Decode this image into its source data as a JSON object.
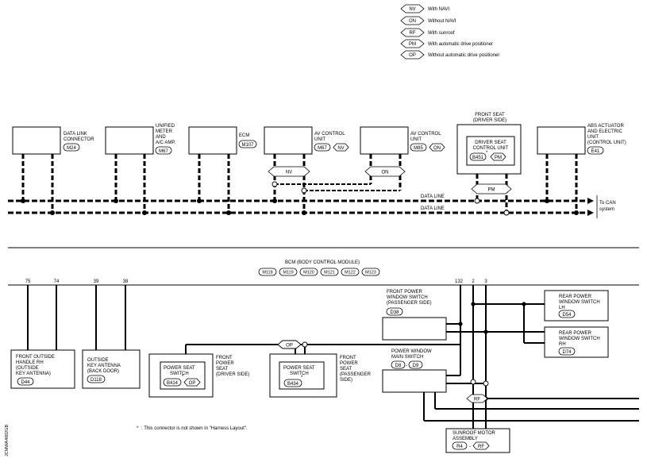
{
  "legend": [
    {
      "code": "NV",
      "desc": "With NAVI"
    },
    {
      "code": "ON",
      "desc": "Without NAVI"
    },
    {
      "code": "RF",
      "desc": "With sunroof"
    },
    {
      "code": "PM",
      "desc": "With automatic drive positioner"
    },
    {
      "code": "OP",
      "desc": "Without automatic drive positioner"
    }
  ],
  "can_units": {
    "data_link": {
      "l1": "DATA LINK",
      "l2": "CONNECTOR",
      "conn": "M24"
    },
    "meter": {
      "l1": "UNIFIED",
      "l2": "METER",
      "l3": "AND",
      "l4": "A/C AMP.",
      "conn": "M67"
    },
    "ecm": {
      "l1": "ECM",
      "conn": "M107"
    },
    "av_nv": {
      "l1": "AV CONTROL",
      "l2": "UNIT",
      "conn": "M67",
      "tag": "NV"
    },
    "av_on": {
      "l1": "AV CONTROL",
      "l2": "UNIT",
      "conn": "M85",
      "tag": "ON"
    },
    "front_seat": {
      "l1": "FRONT SEAT",
      "l2": "(DRIVER SIDE)",
      "i1": "DRIVER SEAT",
      "i2": "CONTROL UNIT",
      "conn": "B451",
      "tag": "PM"
    },
    "abs": {
      "l1": "ABS ACTUATOR",
      "l2": "AND ELECTRIC",
      "l3": "UNIT",
      "l4": "(CONTROL UNIT)",
      "conn": "E41"
    }
  },
  "bus_tags": {
    "nv": "NV",
    "on": "ON",
    "pm": "PM"
  },
  "data_line_1": "DATA LINE",
  "data_line_2": "DATA LINE",
  "to_can_1": "To CAN",
  "to_can_2": "system",
  "bcm": {
    "title": "BCM (BODY CONTROL MODULE)",
    "connectors": [
      "M118",
      "M119",
      "M120",
      "M121",
      "M122",
      "M123"
    ],
    "pins": [
      "75",
      "74",
      "39",
      "38",
      "132",
      "2",
      "3"
    ]
  },
  "lower": {
    "outside_handle": {
      "l1": "FRONT OUTSIDE",
      "l2": "HANDLE RH",
      "l3": "(OUTSIDE",
      "l4": "KEY ANTENNA)",
      "conn": "D44"
    },
    "outside_key": {
      "l1": "OUTSIDE",
      "l2": "KEY ANTENNA",
      "l3": "(BACK DOOR)",
      "conn": "D118"
    },
    "pss_driver": {
      "i1": "POWER SEAT",
      "i2": "SWITCH",
      "conn": "B414",
      "tag": "OP",
      "o1": "FRONT",
      "o2": "POWER",
      "o3": "SEAT",
      "o4": "(DRIVER SIDE)"
    },
    "pss_pass": {
      "i1": "POWER SEAT",
      "i2": "SWITCH",
      "conn": "B434",
      "o1": "FRONT",
      "o2": "POWER",
      "o3": "SEAT",
      "o4": "(PASSENGER",
      "o5": "SIDE)"
    },
    "op_tag": "OP",
    "fpw_pass": {
      "l1": "FRONT POWER",
      "l2": "WINDOW SWITCH",
      "l3": "(PASSENGER SIDE)",
      "conn": "D38"
    },
    "pw_main": {
      "l1": "POWER WINDOW",
      "l2": "MAIN SWITCH",
      "conn1": "D8",
      "conn2": "D9"
    },
    "rear_lh": {
      "l1": "REAR POWER",
      "l2": "WINDOW SWITCH",
      "l3": "LH",
      "conn": "D54"
    },
    "rear_rh": {
      "l1": "REAR POWER",
      "l2": "WINDOW SWITCH",
      "l3": "RH",
      "conn": "D74"
    },
    "rf_tag": "RF",
    "sunroof": {
      "l1": "SUNROOF MOTOR",
      "l2": "ASSEMBLY",
      "conn": "R4",
      "tag": "RF"
    }
  },
  "footnote_star": "*",
  "footnote": ": This connector is not shown in \"Harness Layout\".",
  "code": "JCMWA4002GB"
}
